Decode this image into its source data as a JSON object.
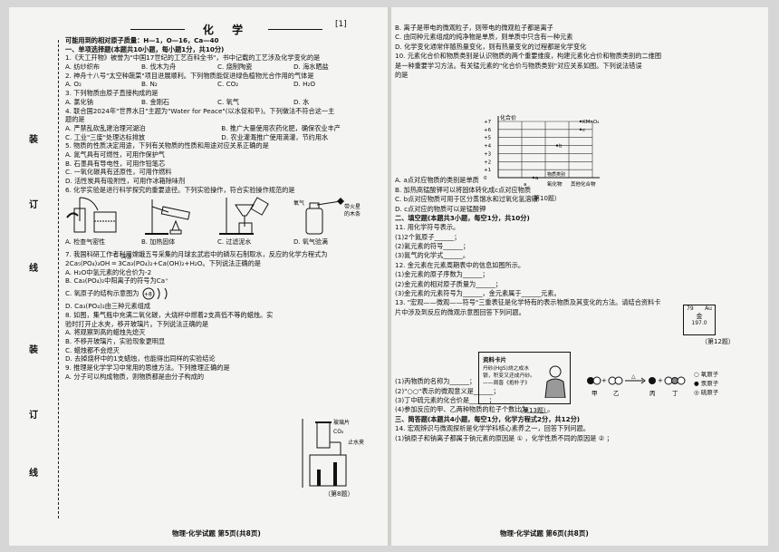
{
  "left": {
    "title": "化 学",
    "margin_mark": "[1]",
    "binding_labels": [
      "装",
      "订",
      "线",
      "装",
      "订",
      "线"
    ],
    "atomic_masses": "可能用到的相对原子质量：H—1，O—16，Ca—40",
    "section1": "一、单项选择题(本题共10小题，每小题1分，共10分)",
    "q1": "1.《天工开物》被誉为\"中国17世纪的工艺百科全书\"，书中记载的工艺涉及化学变化的是",
    "q1_options": [
      "A. 纺纱织布",
      "B. 伐木为舟",
      "C. 烧制陶瓷",
      "D. 海水晒盐"
    ],
    "q2": "2. 神舟十八号\"太空种蔬菜\"项目进展顺利。下列物质能促进绿色植物光合作用的气体是",
    "q2_options": [
      "A. O₂",
      "B. N₂",
      "C. CO₂",
      "D. H₂O"
    ],
    "q3": "3. 下列物质由原子直接构成的是",
    "q3_options": [
      "A. 氯化钠",
      "B. 金刚石",
      "C. 氧气",
      "D. 水"
    ],
    "q4": "4. 联合国2024年\"世界水日\"主题为\"Water for Peace\"(以水促和平)。下列做法不符合这一主",
    "q4_cont": "题的是",
    "q4_options": [
      "A. 严禁乱砍乱建治理河湖泊",
      "B. 推广大量使用农药化肥，确保农业丰产",
      "C. 工业\"三废\"处理达标排放",
      "D. 农业灌溉推广使用滴灌，节约用水"
    ],
    "q5": "5. 物质的性质决定用途，下列有关物质的性质和用途对应关系正确的是",
    "q5_options": [
      "A. 氮气具有可燃性，可用作保护气",
      "B. 石墨具有导电性，可用作铅笔芯",
      "C. 一氧化碳具有还原性，可用作燃料",
      "D. 活性炭具有吸附性，可用作冰箱除味剂"
    ],
    "q6": "6. 化学实验是进行科学探究的重要途径。下列实验操作，符合实验操作规范的是",
    "q6_figs": [
      "A. 检查气密性",
      "B. 加热固体",
      "C. 过滤泥水",
      "D. 氧气验满"
    ],
    "q6_fig_labels": [
      "氧气",
      "带火星",
      "的木条"
    ],
    "q7": "7. 我国科研工作者利用嫦娥五号采集的月球玄武岩中的磷灰石制取水，反应的化学方程式为",
    "q7_eq": "2Ca₅(PO₄)₃OH ═ 3Ca₃(PO₄)₂+Ca(OH)₂+H₂O。下列说法正确的是",
    "q7_eq_cond": "高温",
    "q7_options": [
      "A. H₂O中氢元素的化合价为-2",
      "B. Ca₃(PO₄)₂中阳离子的符号为Ca⁺",
      "C. 氧原子的结构示意图为",
      "D. Ca₃(PO₄)₂由三种元素组成"
    ],
    "q7_atom": "+8",
    "q8": "8. 如图，集气瓶中充满二氧化碳，大烧杯中燃着2支高低不等的蜡烛。实",
    "q8_cont": "验时打开止水夹，移开玻璃片。下列说法正确的是",
    "q8_options": [
      "A. 将观察到高的蜡烛先熄灭",
      "B. 不移开玻璃片，实验现象更明显",
      "C. 蜡烛都不会熄灭",
      "D. 去掉烧杯中的1支蜡烛，也能得出同样的实验结论"
    ],
    "q8_fig_labels": [
      "玻璃片",
      "CO₂",
      "止水夹"
    ],
    "q8_caption": "（第8题）",
    "q9": "9. 推理是化学学习中常用的思维方法。下列推理正确的是",
    "q9_optA": "A. 分子可以构成物质，则物质都是由分子构成的",
    "footer": "物理·化学试题  第5页(共8页)"
  },
  "right": {
    "q9_options": [
      "B. 离子是带电的微观粒子，则带电的微观粒子都是离子",
      "C. 由同种元素组成的纯净物是单质，则单质中只含有一种元素",
      "D. 化学变化通常伴随热量变化，则有热量变化的过程都是化学变化"
    ],
    "q10": "10. 元素化合价和物质类别是认识物质的两个重要维度，构建元素化合价和物质类别的二维图",
    "q10_cont1": "是一种重要学习方法。有关锰元素的\"化合价与物质类别\"对应关系如图。下列说法错误",
    "q10_cont2": "的是",
    "chart_data": {
      "type": "scatter",
      "title": "",
      "ylabel": "化合价",
      "xlabel": "物质类别",
      "yticks": [
        "+7",
        "+6",
        "+5",
        "+4",
        "+3",
        "+2",
        "+1",
        "0"
      ],
      "categories": [
        "",
        "a",
        "氧化物",
        "其他化合物"
      ],
      "points": [
        {
          "label": "KMnO₄",
          "x": "其他化合物",
          "y": 7
        },
        {
          "label": "c",
          "x": "其他化合物",
          "y": 6
        },
        {
          "label": "b",
          "x": "氧化物",
          "y": 4
        },
        {
          "label": "a",
          "x": "a",
          "y": 0
        }
      ],
      "caption": "（第10题）"
    },
    "q10_options": [
      "A. a点对应物质的类别是单质",
      "B. 加热高锰酸钾可以将固体转化成c点对应物质",
      "C. b点对应物质可用于区分蒸馏水和过氧化氢溶液",
      "D. c点对应的物质可以是锰酸钾"
    ],
    "section2": "二、填空题(本题共3小题，每空1分，共10分)",
    "q11": "11. 用化学符号表示。",
    "q11_items": [
      "(1)2个氮原子______；",
      "(2)氦元素的符号______；",
      "(3)氮气的化学式______。"
    ],
    "q12": "12. 金元素在元素周期表中的信息如图所示。",
    "q12_items": [
      "(1)金元素的原子序数为______；",
      "(2)金元素的相对原子质量为______；",
      "(3)金元素的元素符号为______，金元素属于______元素。"
    ],
    "periodic": {
      "number": "79",
      "symbol": "Au",
      "name": "金",
      "mass": "197.0"
    },
    "q12_caption": "（第12题）",
    "q13": "13. \"宏观——微观——符号\"三重表征是化学特有的表示物质及其变化的方法。请结合资料卡",
    "q13_cont": "片中涉及到反应的微观示意图回答下列问题。",
    "card_title": "资料卡片",
    "card_text": [
      "丹砂(HgS)烧之成水",
      "银，积变又还成丹砂。",
      "——周晋《抱朴子》"
    ],
    "molecule_labels": [
      "甲",
      "乙",
      "丙",
      "丁"
    ],
    "delta": "△",
    "legend": [
      "○ 氧原子",
      "● 汞原子",
      "◎ 硫原子"
    ],
    "q13_caption": "（第13题）",
    "q13_items": [
      "(1)丙物质的名称为______；",
      "(2)\"○○\"表示的微观意义是______；",
      "(3)丁中硫元素的化合价是______；",
      "(4)参加反应的甲、乙两种物质的粒子个数比为______。"
    ],
    "section3": "三、简答题(本题共4小题，每空1分，化学方程式2分，共12分)",
    "q14": "14. 宏观辨识与微观探析是化学学科核心素养之一，回答下列问题。",
    "q14_item": "(1)钠原子和钠离子都属于钠元素的原因是  ①  ，化学性质不同的原因是  ②  ；",
    "footer": "物理·化学试题  第6页(共8页)"
  }
}
